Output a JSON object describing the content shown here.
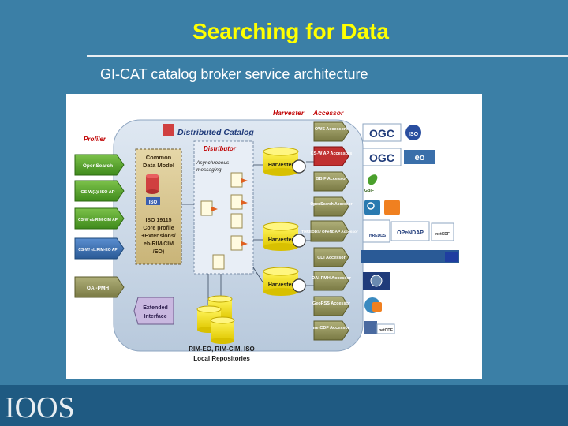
{
  "slide": {
    "title": "Searching for Data",
    "subtitle": "GI-CAT catalog broker service architecture"
  },
  "diagram": {
    "header_harvester": "Harvester",
    "header_accessor": "Accessor",
    "catalog_title": "Distributed Catalog",
    "profiler_label": "Profiler",
    "profilers": [
      "OpenSearch",
      "CS-W(1)/ ISO AP",
      "CS-W eb.RIM-CIM AP",
      "CS-W/ eb.RIM-EO AP",
      "OAI-PMH"
    ],
    "data_model": [
      "Common",
      "Data Model"
    ],
    "data_model_bottom": [
      "ISO 19115",
      "Core profile",
      "+Extensions/",
      "eb-RIM/CIM",
      "/EO)"
    ],
    "iso_badge": "ISO",
    "distributor_title": "Distributor",
    "distributor_text": [
      "Asynchronous",
      "messaging"
    ],
    "harvester_label": "Harvester",
    "accessors": [
      "OWS Accessors",
      "CS-W AP Accessors",
      "GBIF Accessor",
      "OpenSearch Accessor",
      "THREDDS/ OPeNDAP Accessor",
      "CDI Accessor",
      "OAI-PMH Accessor",
      "GeoRSS Accessor",
      "netCDF Accessor"
    ],
    "extended_interface": [
      "Extended",
      "Interface"
    ],
    "repositories": [
      "RIM-EO, RIM-CIM, ISO",
      "Local Repositories"
    ],
    "logos": {
      "ogc": "OGC",
      "iso": "ISO",
      "eo": "eo",
      "gbif": "GBIF",
      "thredds": "THREDDS",
      "opendap": "OPeNDAP",
      "netcdf": "netCDF"
    }
  },
  "footer": {
    "logo_text": "IOOS"
  },
  "colors": {
    "background": "#3b7fa6",
    "title": "#ffff00",
    "profiler_green": "#5aa02c",
    "profiler_blue": "#3a6faa",
    "accessor_olive": "#8a8a50",
    "harvester_yellow": "#f2e600",
    "repo_yellow": "#e8d800"
  }
}
